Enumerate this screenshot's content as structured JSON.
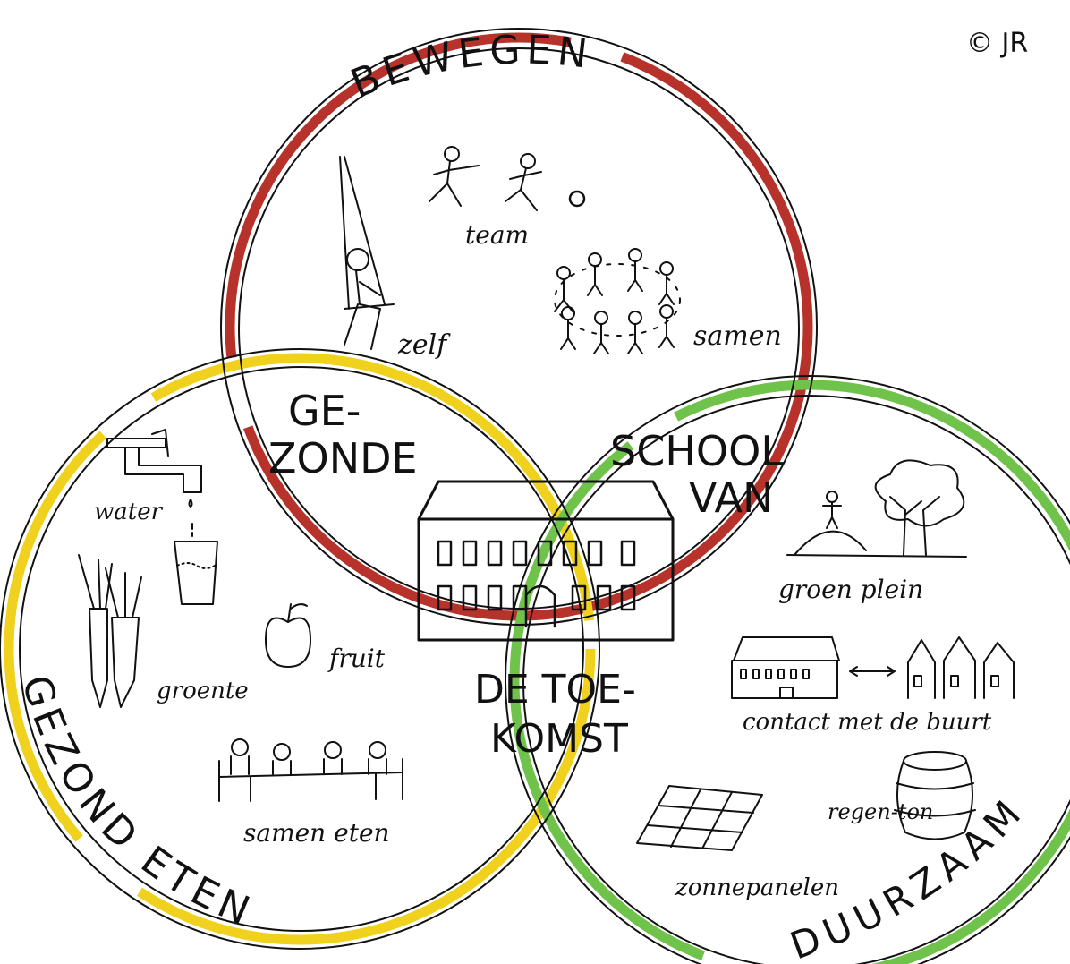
{
  "copyright": "© JR",
  "circles": {
    "top": {
      "title": "BEWEGEN",
      "color": "#b8322c",
      "items": {
        "team": "team",
        "self": "zelf",
        "together": "samen"
      }
    },
    "left": {
      "title": "GEZOND ETEN",
      "color": "#f0d21e",
      "items": {
        "water": "water",
        "vegetables": "groente",
        "fruit": "fruit",
        "eat_together": "samen eten"
      }
    },
    "right": {
      "title": "DUURZAAM",
      "color": "#6fc24a",
      "items": {
        "green_playground": "groen plein",
        "neighbourhood": "contact met de buurt",
        "rain_barrel": "regen-ton",
        "solar": "zonnepanelen"
      }
    }
  },
  "center": {
    "line1": "GE-",
    "line2": "ZONDE",
    "line3": "SCHOOL",
    "line4": "VAN",
    "line5": "DE TOE-",
    "line6": "KOMST"
  },
  "icons": [
    "swing-icon",
    "runners-icon",
    "ball-icon",
    "circle-of-kids-icon",
    "tap-icon",
    "glass-icon",
    "carrot-icon",
    "apple-icon",
    "dining-table-icon",
    "school-building-icon",
    "playground-hill-icon",
    "tree-icon",
    "school-and-houses-icon",
    "barrel-icon",
    "solar-panel-icon"
  ]
}
